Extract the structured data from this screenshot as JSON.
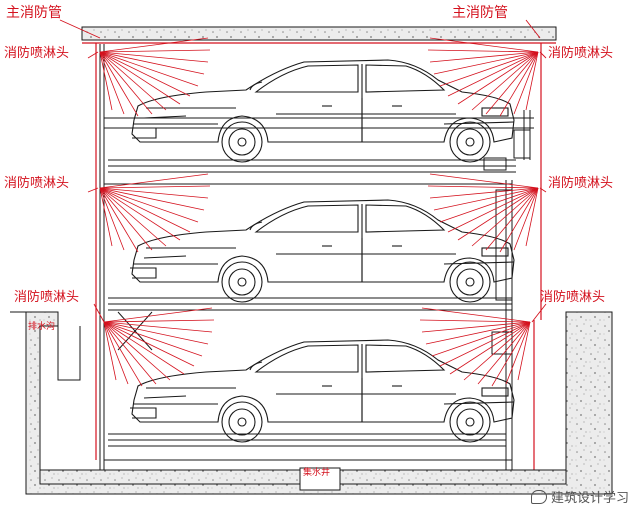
{
  "colors": {
    "red": "#d4121e",
    "line": "#1a1a1a",
    "concrete": "#e6e6e6"
  },
  "labels": {
    "main_pipe_left": "主消防管",
    "main_pipe_right": "主消防管",
    "sprinkler_left_1": "消防喷淋头",
    "sprinkler_right_1": "消防喷淋头",
    "sprinkler_left_2": "消防喷淋头",
    "sprinkler_right_2": "消防喷淋头",
    "sprinkler_left_3": "消防喷淋头",
    "sprinkler_right_3": "消防喷淋头",
    "drain_ditch": "排水沟",
    "sump": "集水井"
  },
  "watermark": {
    "text": "建筑设计学习",
    "icon": "wechat-icon"
  }
}
